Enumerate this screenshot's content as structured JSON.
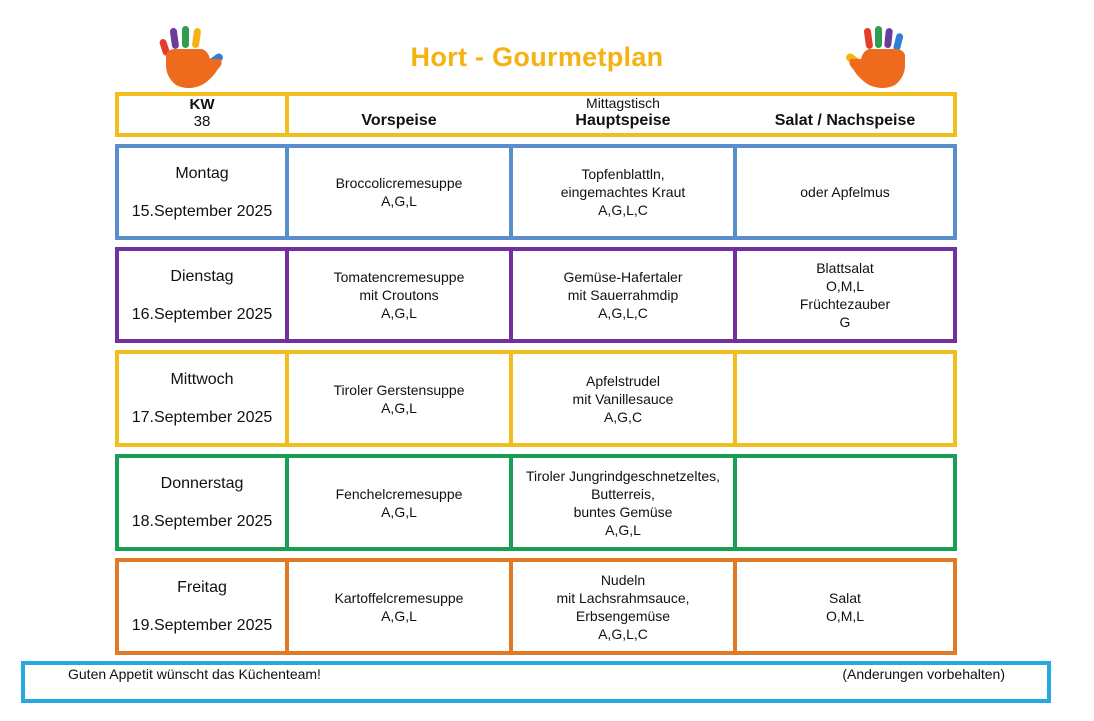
{
  "title": "Hort - Gourmetplan",
  "colors": {
    "title": "#f5b213",
    "header_border": "#f2be1d",
    "footer_border": "#27a8e0"
  },
  "header": {
    "kw_label": "KW",
    "kw_number": "38",
    "mittagstisch": "Mittagstisch",
    "col_vorspeise": "Vorspeise",
    "col_hauptspeise": "Hauptspeise",
    "col_salat": "Salat / Nachspeise"
  },
  "days": [
    {
      "name": "Montag",
      "date": "15.September 2025",
      "color": "#5b8fcc",
      "vorspeise": [
        "Broccolicremesuppe",
        "A,G,L"
      ],
      "hauptspeise": [
        "Topfenblattln,",
        "eingemachtes Kraut",
        "A,G,L,C"
      ],
      "salat": [
        "oder Apfelmus"
      ]
    },
    {
      "name": "Dienstag",
      "date": "16.September 2025",
      "color": "#7030a0",
      "vorspeise": [
        "Tomatencremesuppe",
        "mit Croutons",
        "A,G,L"
      ],
      "hauptspeise": [
        "Gemüse-Hafertaler",
        "mit Sauerrahmdip",
        "A,G,L,C"
      ],
      "salat": [
        "Blattsalat",
        "O,M,L",
        "Früchtezauber",
        "G"
      ]
    },
    {
      "name": "Mittwoch",
      "date": "17.September 2025",
      "color": "#f2be1d",
      "vorspeise": [
        "Tiroler Gerstensuppe",
        "A,G,L"
      ],
      "hauptspeise": [
        "Apfelstrudel",
        "mit Vanillesauce",
        "A,G,C"
      ],
      "salat": []
    },
    {
      "name": "Donnerstag",
      "date": "18.September 2025",
      "color": "#1a9e55",
      "vorspeise": [
        "Fenchelcremesuppe",
        "A,G,L"
      ],
      "hauptspeise": [
        "Tiroler Jungrindgeschnetzeltes,",
        "Butterreis,",
        "buntes Gemüse",
        "A,G,L"
      ],
      "salat": []
    },
    {
      "name": "Freitag",
      "date": "19.September 2025",
      "color": "#e07a26",
      "vorspeise": [
        "Kartoffelcremesuppe",
        "A,G,L"
      ],
      "hauptspeise": [
        "Nudeln",
        "mit Lachsrahmsauce,",
        "Erbsengemüse",
        "A,G,L,C"
      ],
      "salat": [
        "Salat",
        "O,M,L"
      ]
    }
  ],
  "footer": {
    "left": "Guten Appetit wünscht das Küchenteam!",
    "right": "(Anderungen vorbehalten)"
  },
  "icons": [
    "colorful-hand-icon",
    "colorful-hand-icon"
  ]
}
